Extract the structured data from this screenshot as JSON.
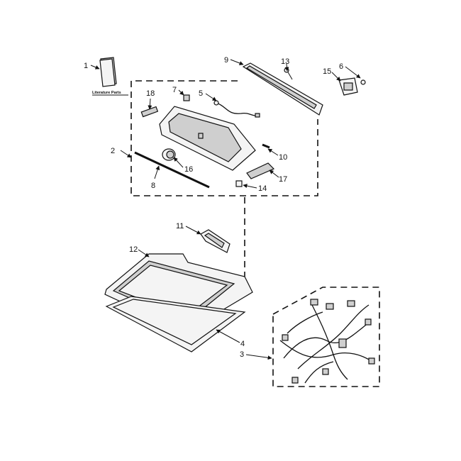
{
  "callouts": {
    "c1": "1",
    "c2": "2",
    "c3": "3",
    "c4": "4",
    "c5": "5",
    "c6": "6",
    "c7": "7",
    "c8": "8",
    "c9": "9",
    "c10": "10",
    "c11": "11",
    "c12": "12",
    "c13": "13",
    "c14": "14",
    "c15": "15",
    "c16": "16",
    "c17": "17",
    "c18": "18"
  },
  "literature_label": "Literature Parts"
}
